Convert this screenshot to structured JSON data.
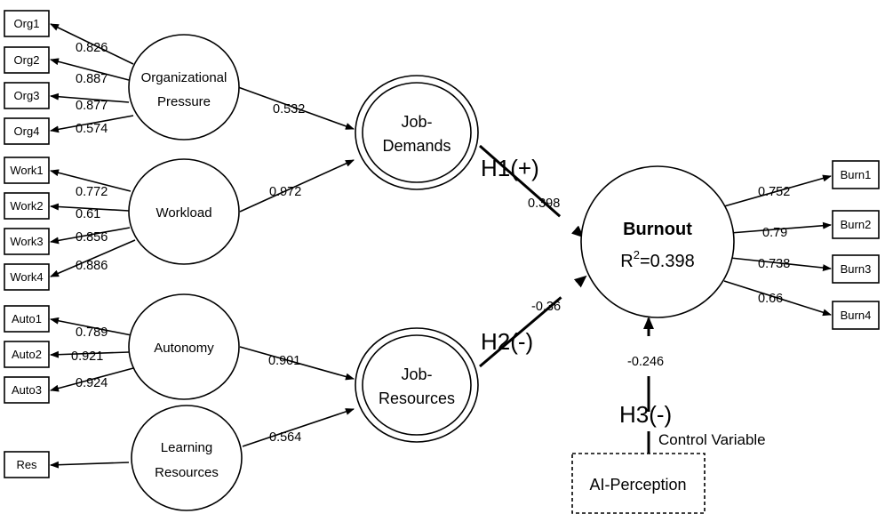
{
  "indicators": {
    "org1": "Org1",
    "org2": "Org2",
    "org3": "Org3",
    "org4": "Org4",
    "work1": "Work1",
    "work2": "Work2",
    "work3": "Work3",
    "work4": "Work4",
    "auto1": "Auto1",
    "auto2": "Auto2",
    "auto3": "Auto3",
    "res": "Res",
    "burn1": "Burn1",
    "burn2": "Burn2",
    "burn3": "Burn3",
    "burn4": "Burn4"
  },
  "constructs": {
    "org_pressure_l1": "Organizational",
    "org_pressure_l2": "Pressure",
    "workload": "Workload",
    "autonomy": "Autonomy",
    "learning_l1": "Learning",
    "learning_l2": "Resources",
    "job_demands_l1": "Job-",
    "job_demands_l2": "Demands",
    "job_resources_l1": "Job-",
    "job_resources_l2": "Resources",
    "burnout": "Burnout",
    "r2_prefix": "R",
    "r2_sup": "2",
    "r2_value": "=0.398",
    "ai_perception": "AI-Perception"
  },
  "loadings": {
    "org1": "0.826",
    "org2": "0.887",
    "org3": "0.877",
    "org4": "0.574",
    "work1": "0.772",
    "work2": "0.61",
    "work3": "0.856",
    "work4": "0.886",
    "auto1": "0.789",
    "auto2": "0.921",
    "auto3": "0.924",
    "burn1": "0.752",
    "burn2": "0.79",
    "burn3": "0.738",
    "burn4": "0.66"
  },
  "paths": {
    "org_to_demands": "0.532",
    "workload_to_demands": "0.972",
    "autonomy_to_resources": "0.901",
    "learning_to_resources": "0.564",
    "demands_to_burnout": "0.398",
    "resources_to_burnout": "-0.36",
    "ai_to_burnout": "-0.246"
  },
  "hypotheses": {
    "h1": "H1(+)",
    "h2": "H2(-)",
    "h3": "H3(-)"
  },
  "control_label": "Control Variable"
}
